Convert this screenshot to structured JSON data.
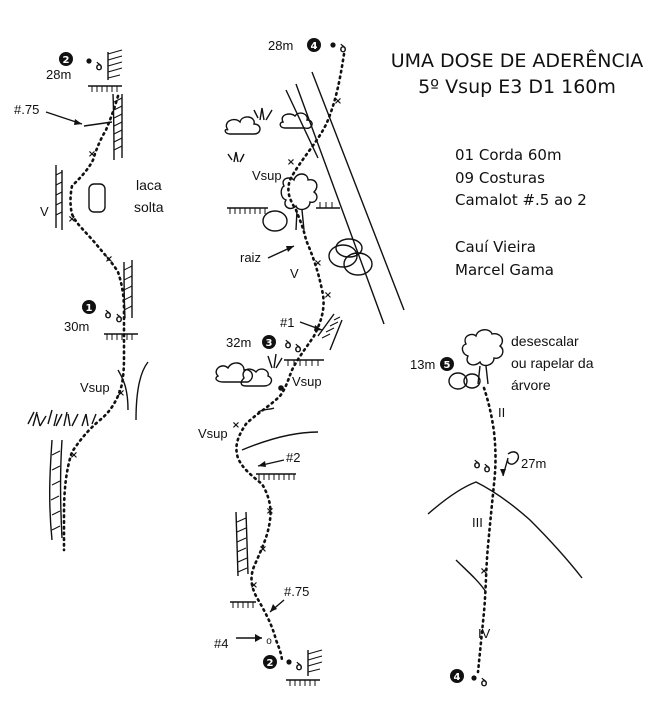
{
  "title": {
    "line1": "UMA DOSE DE ADERÊNCIA",
    "line2": "5º Vsup E3 D1 160m"
  },
  "gear": [
    "01 Corda 60m",
    "09 Costuras",
    "Camalot #.5 ao 2"
  ],
  "authors": [
    "Cauí Vieira",
    "Marcel Gama"
  ],
  "pitch1": {
    "belay2_num": "2",
    "belay2_height": "28m",
    "cam_label": "#.75",
    "grade_v": "V",
    "flake_label_1": "laca",
    "flake_label_2": "solta",
    "belay1_num": "1",
    "belay1_height": "30m",
    "grade_vsup": "Vsup"
  },
  "pitch2": {
    "belay4_num": "4",
    "belay4_height": "28m",
    "grade_vsup_top": "Vsup",
    "root_label": "raiz",
    "grade_v": "V",
    "cam1_label": "#1",
    "belay3_num": "3",
    "belay3_height": "32m",
    "grade_vsup_mid": "Vsup",
    "grade_vsup_low": "Vsup",
    "cam2_label": "#2",
    "cam75_label": "#.75",
    "cam4_label": "#4",
    "belay2_num": "2"
  },
  "pitch3": {
    "belay5_num": "5",
    "belay5_height": "13m",
    "note_1": "desescalar",
    "note_2": "ou rapelar da",
    "note_3": "árvore",
    "grade_ii": "II",
    "rappel_height": "27m",
    "grade_iii": "III",
    "grade_iv": "IV",
    "belay4_num": "4"
  }
}
